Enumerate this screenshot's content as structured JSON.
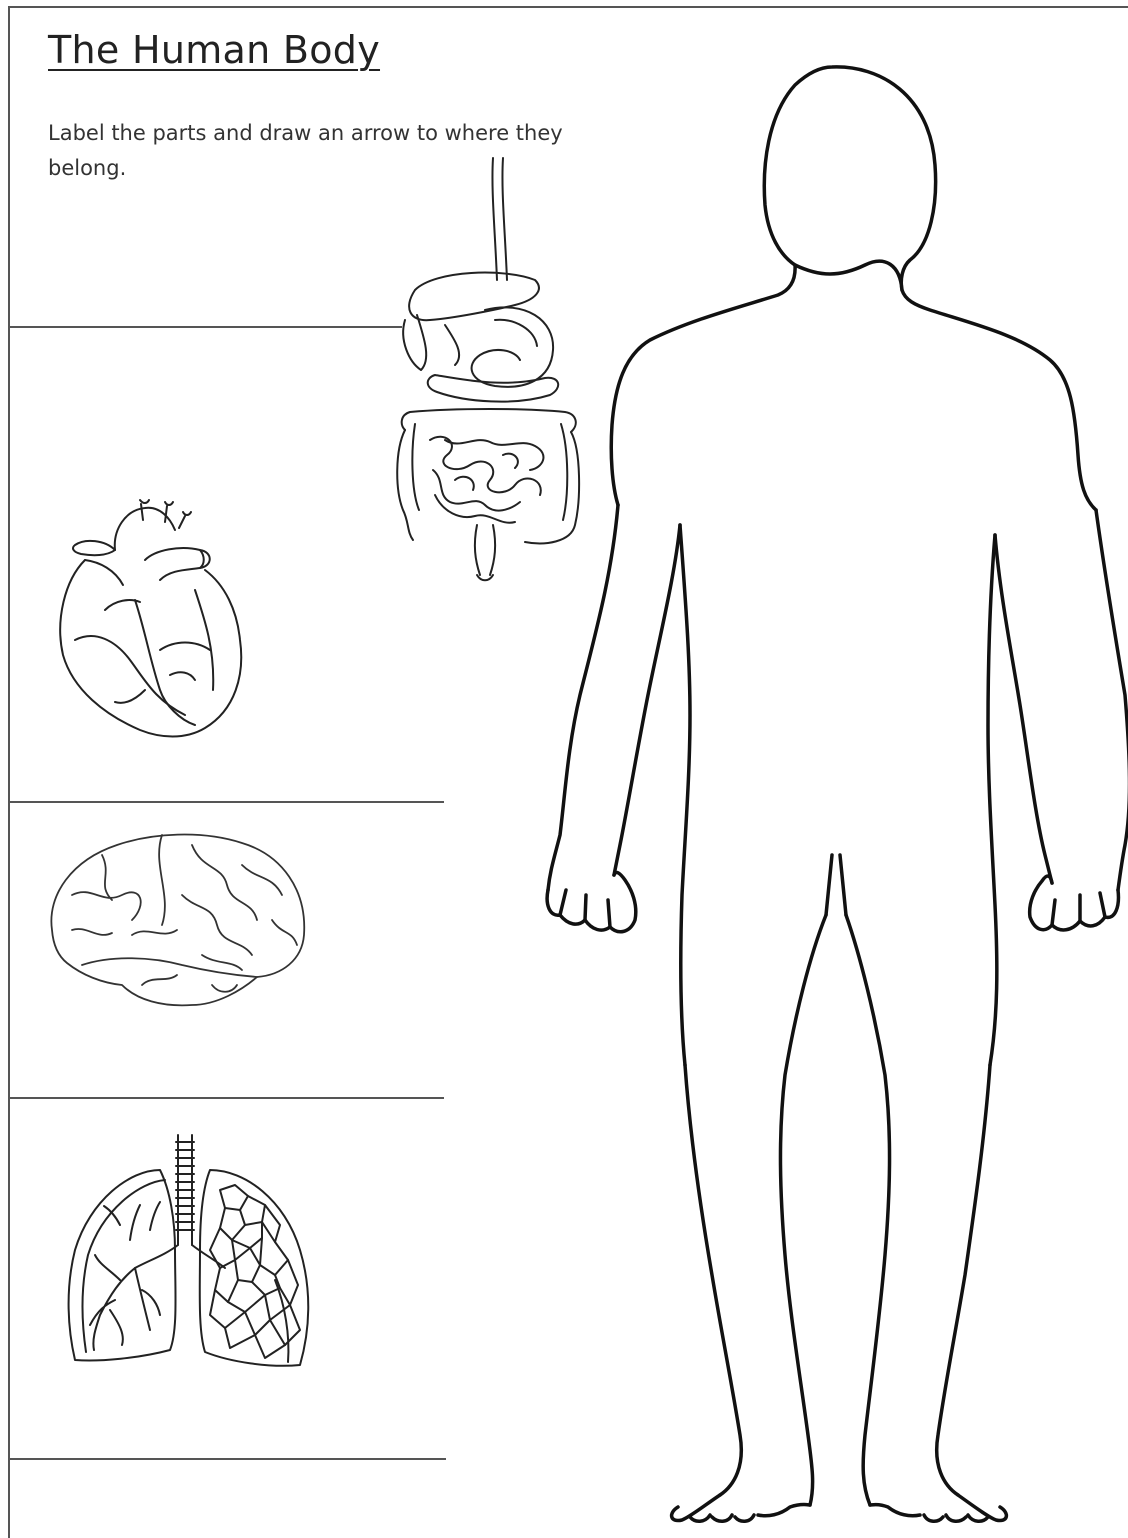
{
  "worksheet": {
    "title": "The Human Body",
    "instruction": "Label the parts and draw an arrow to where they belong."
  },
  "organs": [
    {
      "name": "digestive-system"
    },
    {
      "name": "heart"
    },
    {
      "name": "brain"
    },
    {
      "name": "lungs"
    }
  ]
}
